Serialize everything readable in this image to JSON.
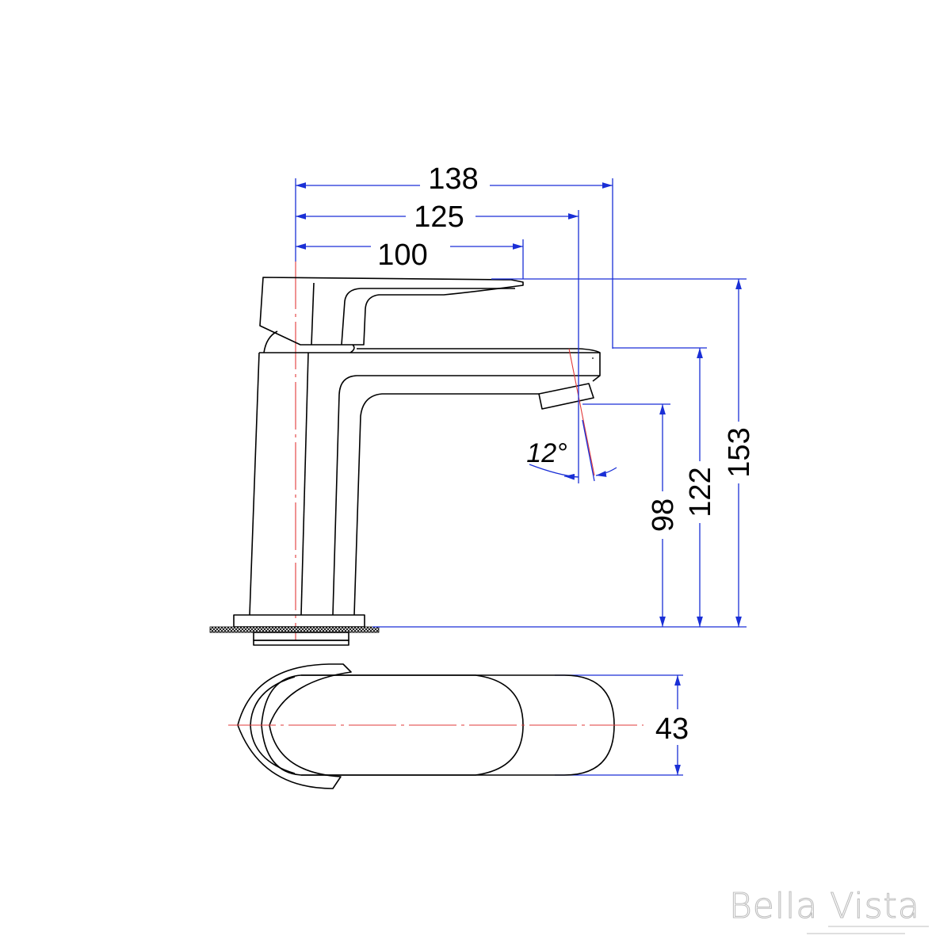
{
  "drawing": {
    "units": "",
    "dimensions": {
      "overall_reach": "138",
      "spout_reach": "125",
      "handle_reach": "100",
      "overall_height": "153",
      "spout_top_height": "122",
      "outlet_height": "98",
      "body_width": "43",
      "spout_angle": "12°"
    },
    "colors": {
      "outline": "#000000",
      "dimension": "#1a2fd6",
      "centerline": "#e23a3a"
    }
  },
  "brand": {
    "logo_text": "Bella Vista"
  }
}
